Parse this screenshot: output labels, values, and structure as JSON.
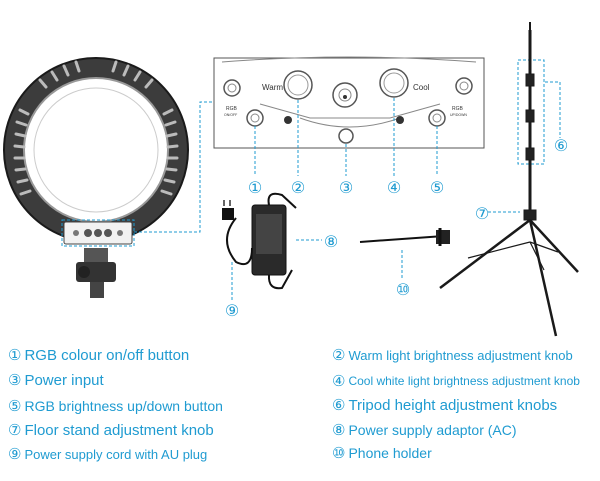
{
  "panel": {
    "warm_label": "Warm",
    "cool_label": "Cool",
    "rgb_left": "RGB",
    "rgb_left_sub": "ON/OFF",
    "rgb_right": "RGB",
    "rgb_right_sub": "UP/DOWN"
  },
  "callouts": [
    "①",
    "②",
    "③",
    "④",
    "⑤",
    "⑥",
    "⑦",
    "⑧",
    "⑨",
    "⑩"
  ],
  "legend": [
    {
      "num": "①",
      "label": "RGB colour on/off button"
    },
    {
      "num": "②",
      "label": "Warm light brightness adjustment knob"
    },
    {
      "num": "③",
      "label": "Power input"
    },
    {
      "num": "④",
      "label": "Cool white light brightness adjustment knob"
    },
    {
      "num": "⑤",
      "label": "RGB brightness up/down button"
    },
    {
      "num": "⑥",
      "label": "Tripod height adjustment knobs"
    },
    {
      "num": "⑦",
      "label": "Floor stand adjustment knob"
    },
    {
      "num": "⑧",
      "label": "Power supply adaptor (AC)"
    },
    {
      "num": "⑨",
      "label": "Power supply cord with AU plug"
    },
    {
      "num": "⑩",
      "label": "Phone holder"
    }
  ],
  "colors": {
    "accent": "#1f9bd1",
    "line": "#444444"
  }
}
